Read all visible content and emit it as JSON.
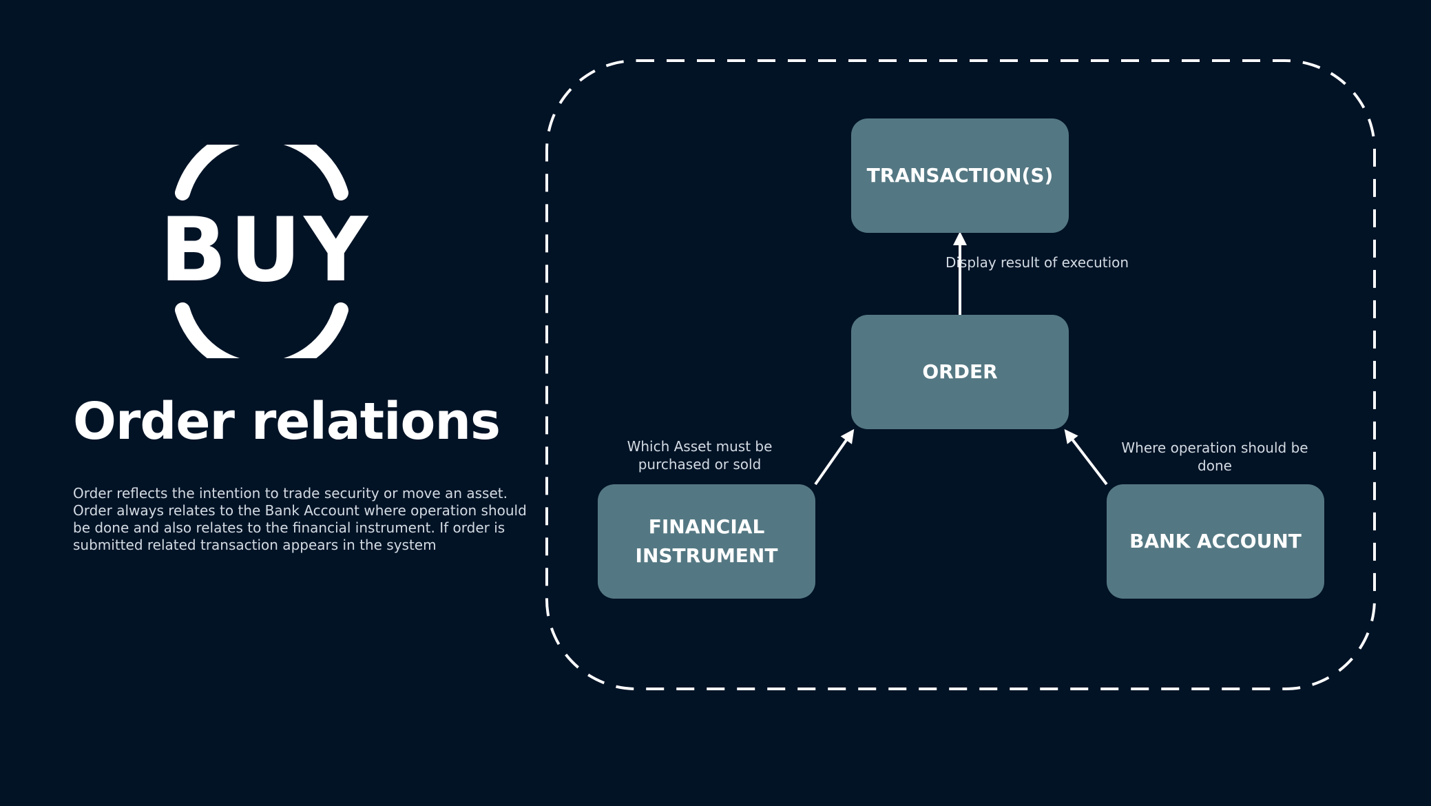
{
  "logo": {
    "text": "BUY"
  },
  "page": {
    "title": "Order relations",
    "description": "Order reflects the intention to trade security or move an asset. Order always relates to the Bank Account where operation should be done and also relates to the financial instrument. If order is submitted related transaction appears in the system"
  },
  "diagram": {
    "nodes": {
      "transactions": "TRANSACTION(S)",
      "order": "ORDER",
      "financial_instrument": "FINANCIAL INSTRUMENT",
      "bank_account": "BANK ACCOUNT"
    },
    "edges": {
      "order_to_transactions": "Display result of execution",
      "financial_to_order": "Which Asset must be purchased or sold",
      "bank_to_order": "Where operation should be done"
    }
  },
  "colors": {
    "background": "#021326",
    "node_fill": "#547883",
    "text": "#ffffff",
    "muted_text": "#d4dbe3"
  }
}
